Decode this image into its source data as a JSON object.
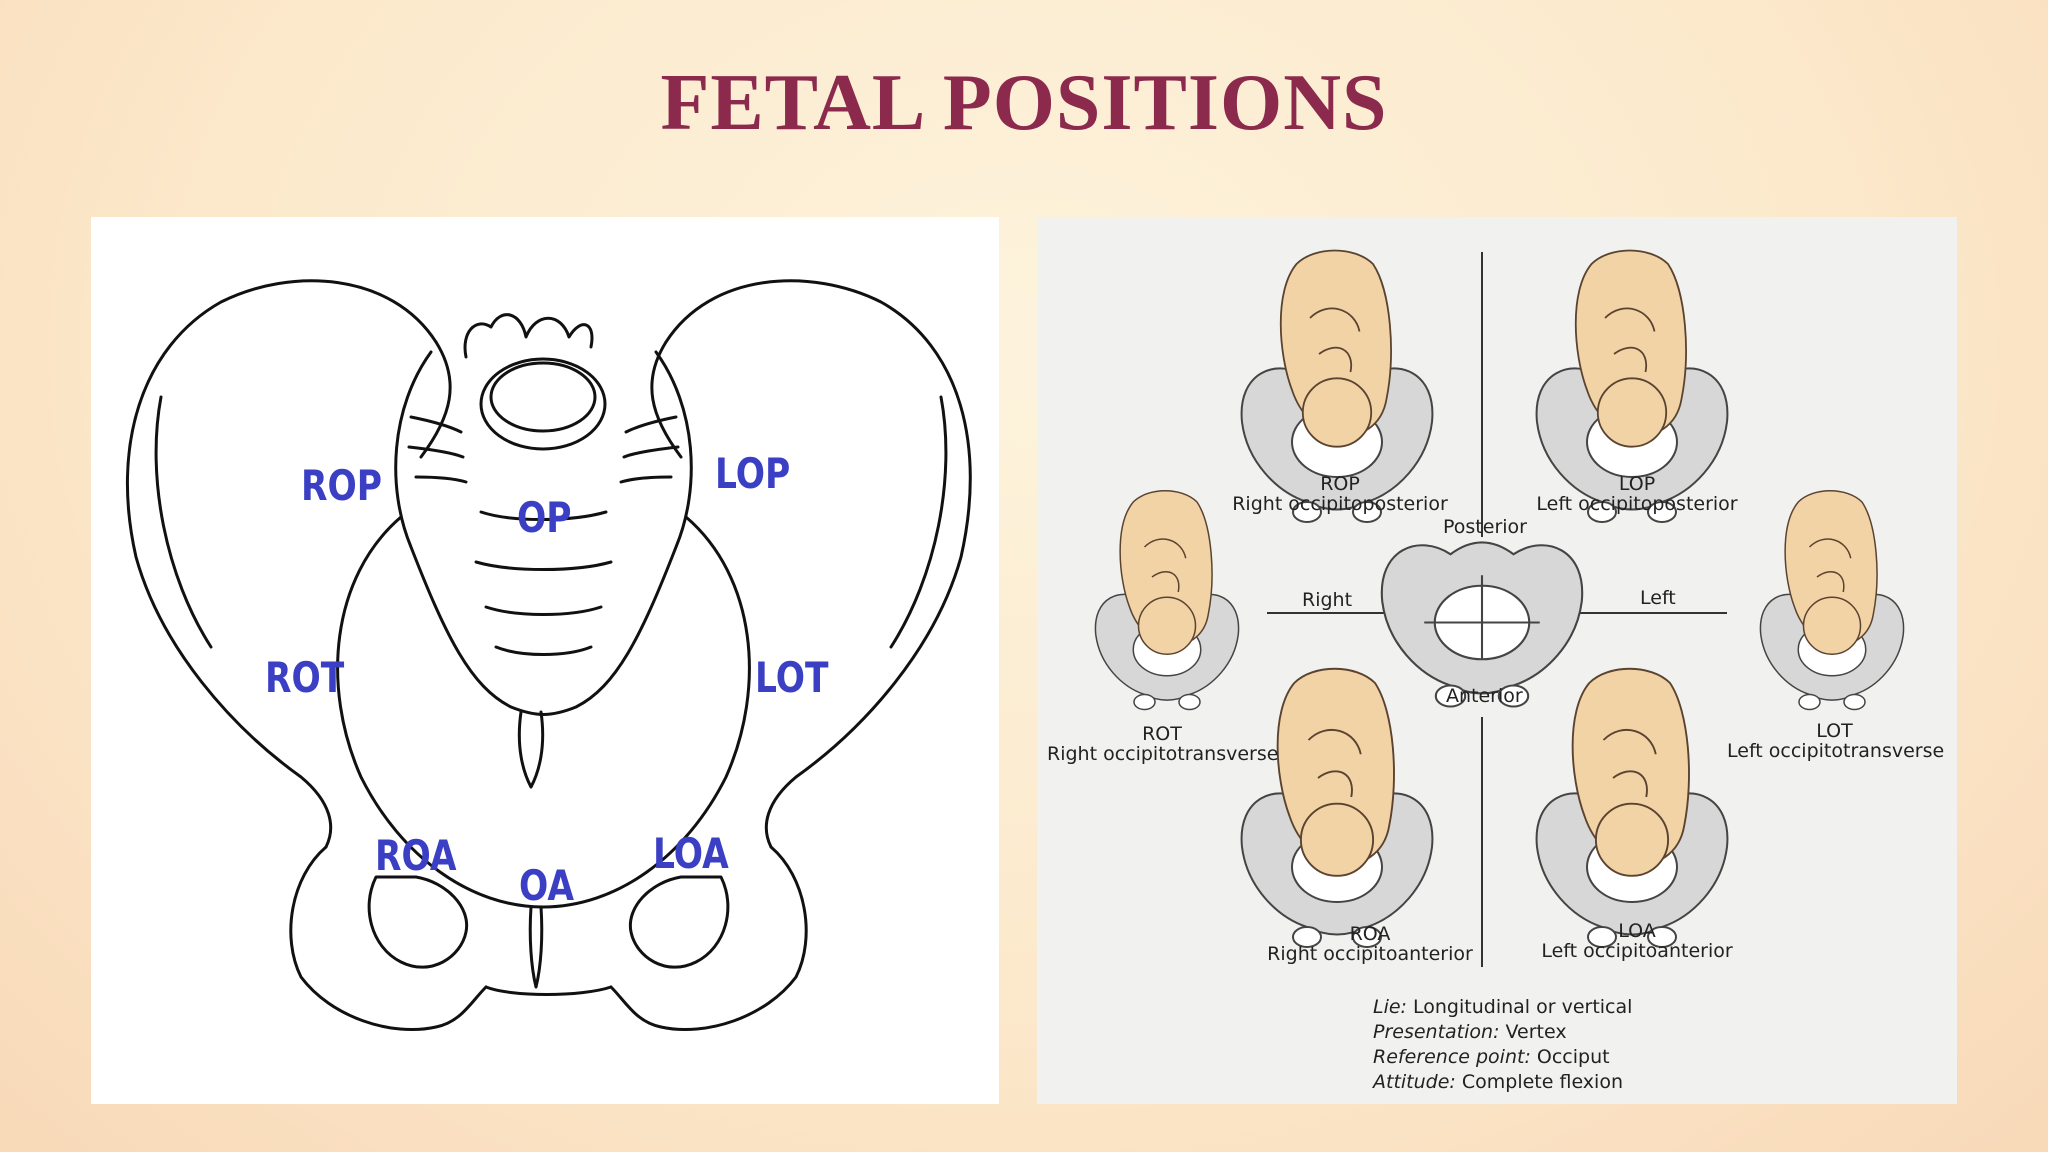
{
  "slide": {
    "title": "FETAL POSITIONS",
    "title_color": "#8c2a4e",
    "label_color": "#3a3fc4"
  },
  "left_diagram": {
    "labels": {
      "rop": "ROP",
      "lop": "LOP",
      "op": "OP",
      "rot": "ROT",
      "lot": "LOT",
      "roa": "ROA",
      "oa": "OA",
      "loa": "LOA"
    }
  },
  "right_diagram": {
    "positions": {
      "rop": {
        "abbr": "ROP",
        "name": "Right occipitoposterior"
      },
      "lop": {
        "abbr": "LOP",
        "name": "Left occipitoposterior"
      },
      "rot": {
        "abbr": "ROT",
        "name": "Right occipitotransverse"
      },
      "lot": {
        "abbr": "LOT",
        "name": "Left occipitotransverse"
      },
      "roa": {
        "abbr": "ROA",
        "name": "Right occipitoanterior"
      },
      "loa": {
        "abbr": "LOA",
        "name": "Left occipitoanterior"
      }
    },
    "axes": {
      "posterior": "Posterior",
      "anterior": "Anterior",
      "right": "Right",
      "left": "Left"
    },
    "legend": {
      "lie_label": "Lie:",
      "lie_value": "Longitudinal or vertical",
      "presentation_label": "Presentation:",
      "presentation_value": "Vertex",
      "reference_label": "Reference point:",
      "reference_value": "Occiput",
      "attitude_label": "Attitude:",
      "attitude_value": "Complete flexion"
    }
  }
}
